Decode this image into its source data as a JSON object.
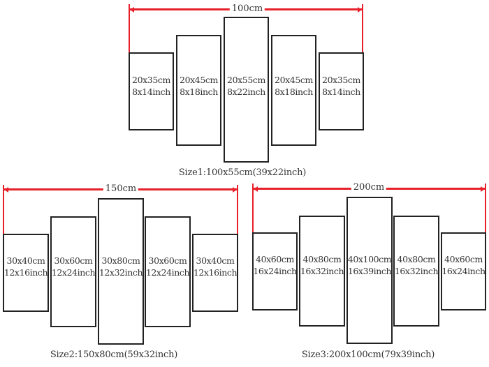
{
  "sets": [
    {
      "id": "size1",
      "width_label": "100cm",
      "caption": "Size1:100x55cm(39x22inch)",
      "panels": [
        {
          "cm": "20x35cm",
          "inch": "8x14inch"
        },
        {
          "cm": "20x45cm",
          "inch": "8x18inch"
        },
        {
          "cm": "20x55cm",
          "inch": "8x22inch"
        },
        {
          "cm": "20x45cm",
          "inch": "8x18inch"
        },
        {
          "cm": "20x35cm",
          "inch": "8x14inch"
        }
      ]
    },
    {
      "id": "size2",
      "width_label": "150cm",
      "caption": "Size2:150x80cm(59x32inch)",
      "panels": [
        {
          "cm": "30x40cm",
          "inch": "12x16inch"
        },
        {
          "cm": "30x60cm",
          "inch": "12x24inch"
        },
        {
          "cm": "30x80cm",
          "inch": "12x32inch"
        },
        {
          "cm": "30x60cm",
          "inch": "12x24inch"
        },
        {
          "cm": "30x40cm",
          "inch": "12x16inch"
        }
      ]
    },
    {
      "id": "size3",
      "width_label": "200cm",
      "caption": "Size3:200x100cm(79x39inch)",
      "panels": [
        {
          "cm": "40x60cm",
          "inch": "16x24inch"
        },
        {
          "cm": "40x80cm",
          "inch": "16x32inch"
        },
        {
          "cm": "40x100cm",
          "inch": "16x39inch"
        },
        {
          "cm": "40x80cm",
          "inch": "16x32inch"
        },
        {
          "cm": "40x60cm",
          "inch": "16x24inch"
        }
      ]
    }
  ],
  "colors": {
    "dimension_line": "#e8202a",
    "panel_border": "#222222",
    "text": "#333333"
  }
}
